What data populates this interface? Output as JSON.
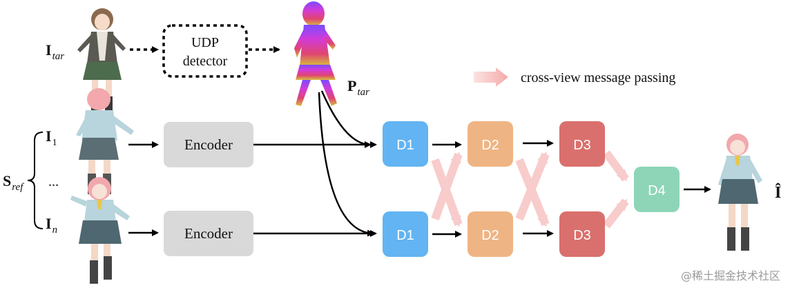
{
  "inputs": {
    "target_main": "I",
    "target_sub": "tar",
    "ref_set_main": "S",
    "ref_set_sub": "ref",
    "ref1_main": "I",
    "ref1_sub": "1",
    "ellipsis": "...",
    "refn_main": "I",
    "refn_sub": "n"
  },
  "detector": {
    "line1": "UDP",
    "line2": "detector"
  },
  "pose": {
    "main": "P",
    "sub": "tar"
  },
  "legend": {
    "label": "cross-view message passing"
  },
  "encoders": {
    "top": "Encoder",
    "bottom": "Encoder"
  },
  "decoders": {
    "d1_top": "D1",
    "d1_bottom": "D1",
    "d2_top": "D2",
    "d2_bottom": "D2",
    "d3_top": "D3",
    "d3_bottom": "D3",
    "d4": "D4"
  },
  "output": {
    "label": "Î"
  },
  "watermark": "@稀土掘金技术社区",
  "colors": {
    "d1": "#62b4f2",
    "d2": "#efb483",
    "d3": "#d9706d",
    "d4": "#8ed5b8",
    "encoder": "#d9d9d9",
    "message_arrow": "#f6c4c2",
    "line": "#000000"
  },
  "icons": {
    "target_character": "anime-girl-brown-hair-icon",
    "pose_map": "rainbow-pose-silhouette-icon",
    "ref_back": "anime-girl-back-view-icon",
    "ref_front": "anime-girl-front-view-icon",
    "output_character": "anime-girl-output-icon"
  }
}
